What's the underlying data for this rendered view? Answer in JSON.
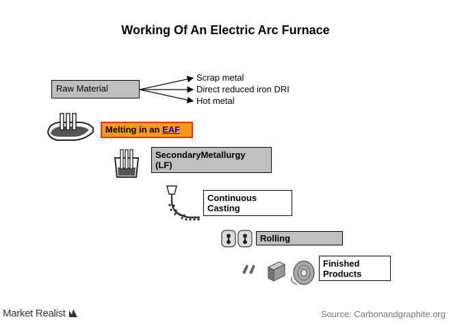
{
  "title": "Working Of An Electric Arc Furnace",
  "raw_material": {
    "label": "Raw Material",
    "outputs": [
      "Scrap metal",
      "Direct reduced iron DRI",
      "Hot metal"
    ]
  },
  "steps": {
    "melting_prefix": "Melting in an ",
    "melting_link": "EAF",
    "secondary_line1": "SecondaryMetallurgy",
    "secondary_line2": "(LF)",
    "casting_line1": "Continuous",
    "casting_line2": "Casting",
    "rolling": "Rolling",
    "finished_line1": "Finished",
    "finished_line2": "Products"
  },
  "footer": {
    "brand": "Market Realist",
    "source": "Source:  Carbonandgraphite.org"
  },
  "colors": {
    "box_gray": "#bfbfbf",
    "melt_fill": "#f79a1b",
    "melt_border": "#ff2a00",
    "link": "#0000ee"
  }
}
